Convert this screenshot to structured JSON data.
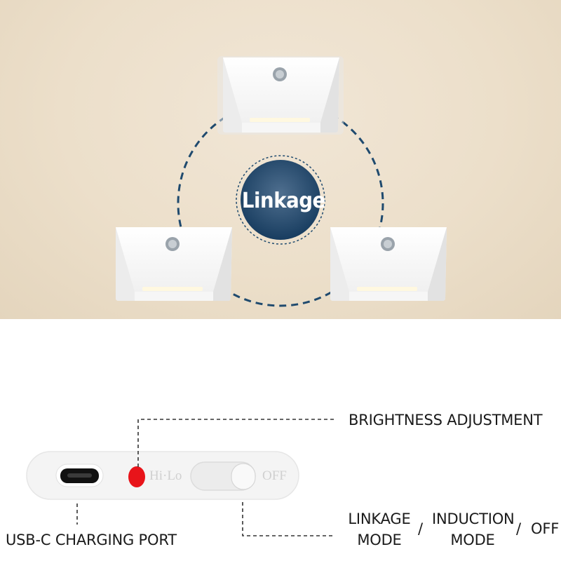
{
  "hub": {
    "label": "Linkage"
  },
  "switch_panel": {
    "mode_marks": "Hi·Lo",
    "off_mark": "OFF"
  },
  "callouts": {
    "brightness": "BRIGHTNESS ADJUSTMENT",
    "usb": "USB-C CHARGING PORT",
    "linkage": "LINKAGE\nMODE",
    "linkage_line1": "LINKAGE",
    "linkage_line2": "MODE",
    "induction_line1": "INDUCTION",
    "induction_line2": "MODE",
    "off": "OFF",
    "separator": "/"
  },
  "colors": {
    "background_top": "#ecdfca",
    "hub": "#224a70",
    "dashed_link": "#1f4a6e",
    "light_body": "#fbfbfb",
    "indicator_led": "#e8141a"
  }
}
